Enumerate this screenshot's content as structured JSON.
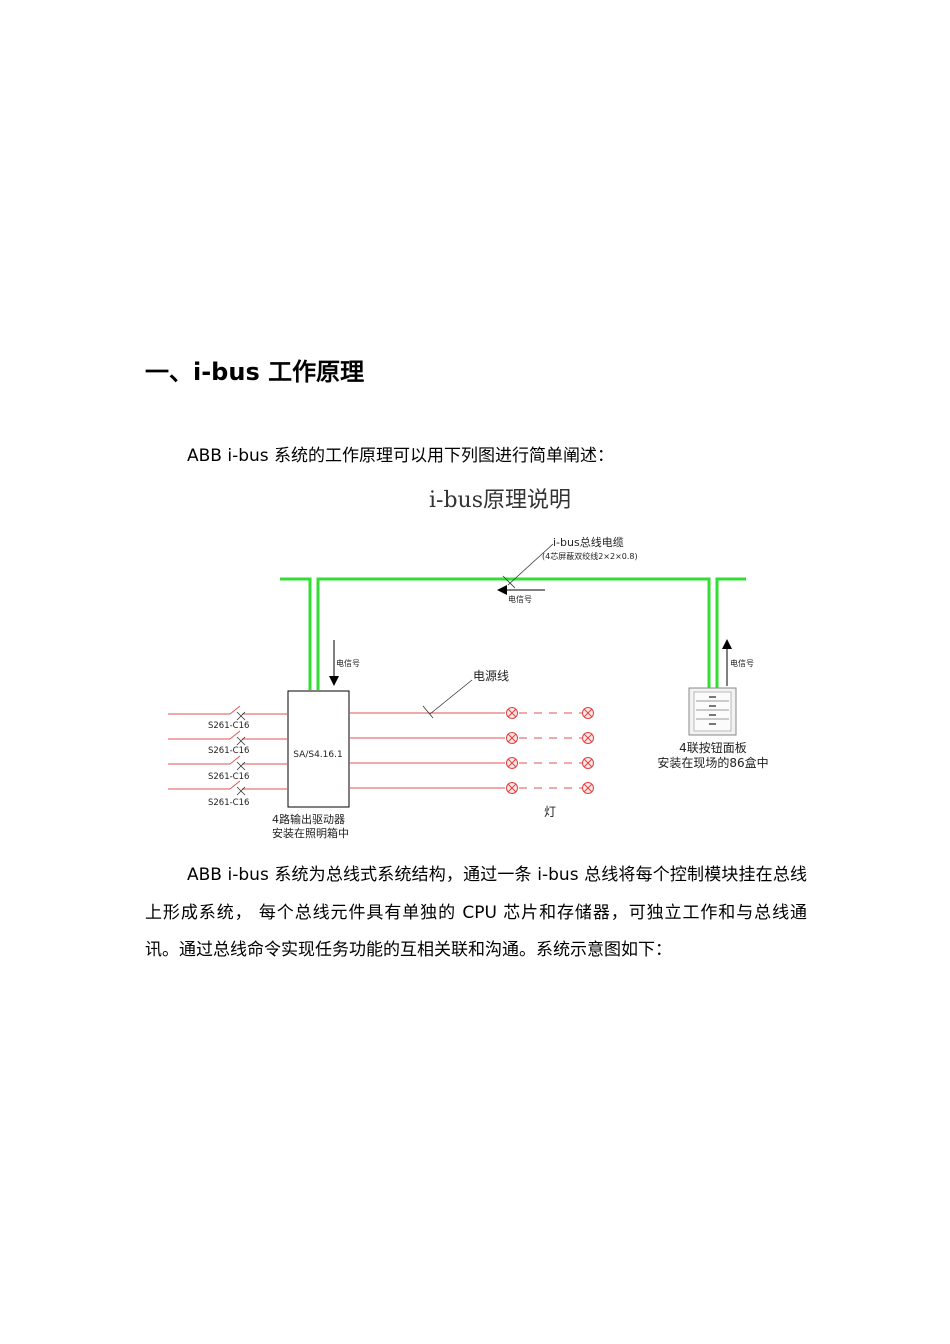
{
  "heading": "一、i-bus 工作原理",
  "intro": "ABB i-bus 系统的工作原理可以用下列图进行简单阐述：",
  "diagram": {
    "title": "i-bus原理说明",
    "bus_cable_label": "i-bus总线电缆",
    "bus_cable_spec": "(4芯屏蔽双绞线2×2×0.8)",
    "signal_label_bus": "电信号",
    "signal_label_actuator": "电信号",
    "signal_label_panel": "电信号",
    "power_line_label": "电源线",
    "breakers": [
      "S261-C16",
      "S261-C16",
      "S261-C16",
      "S261-C16"
    ],
    "actuator_model": "SA/S4.16.1",
    "actuator_caption_1": "4路输出驱动器",
    "actuator_caption_2": "安装在照明箱中",
    "lamp_label": "灯",
    "panel_caption_1": "4联按钮面板",
    "panel_caption_2": "安装在现场的86盒中",
    "colors": {
      "bus": "#33dd33",
      "power": "#e05050",
      "lamp": "#e04040"
    }
  },
  "paragraph": "ABB i-bus 系统为总线式系统结构，通过一条 i-bus 总线将每个控制模块挂在总线上形成系统，  每个总线元件具有单独的 CPU 芯片和存储器，可独立工作和与总线通讯。通过总线命令实现任务功能的互相关联和沟通。系统示意图如下："
}
